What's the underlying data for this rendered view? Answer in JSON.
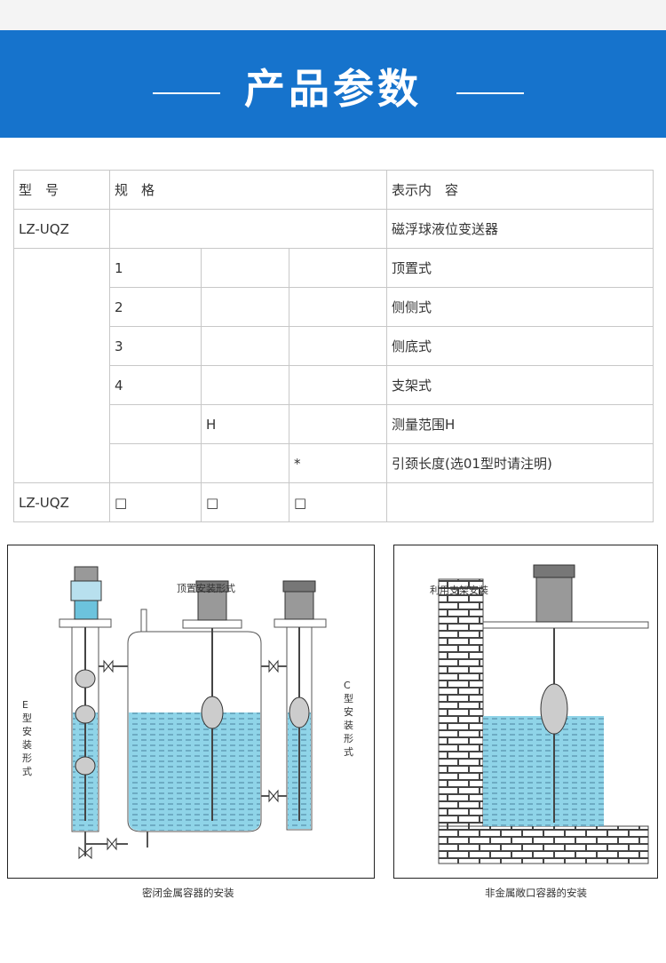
{
  "banner": {
    "title": "产品参数"
  },
  "spec_table": {
    "header": [
      "型　号",
      "规　格",
      "表示内　容"
    ],
    "rows": [
      {
        "model": "LZ-UQZ",
        "c1": "",
        "c2": "",
        "c3": "",
        "desc": "磁浮球液位变送器"
      },
      {
        "model": "",
        "c1": "1",
        "c2": "",
        "c3": "",
        "desc": "顶置式"
      },
      {
        "model": "",
        "c1": "2",
        "c2": "",
        "c3": "",
        "desc": "侧侧式"
      },
      {
        "model": "",
        "c1": "3",
        "c2": "",
        "c3": "",
        "desc": "侧底式"
      },
      {
        "model": "",
        "c1": "4",
        "c2": "",
        "c3": "",
        "desc": "支架式"
      },
      {
        "model": "",
        "c1": "",
        "c2": "H",
        "c3": "",
        "desc": "测量范围H"
      },
      {
        "model": "",
        "c1": "",
        "c2": "",
        "c3": "*",
        "desc": "引颈长度(选01型时请注明)"
      },
      {
        "model": "LZ-UQZ",
        "c1": "□",
        "c2": "□",
        "c3": "□",
        "desc": ""
      }
    ]
  },
  "diagram_left": {
    "label_top": "顶置安装形式",
    "label_e": "E型安装形式",
    "label_c": "C型安装形式",
    "caption": "密闭金属容器的安装"
  },
  "diagram_right": {
    "label_bracket": "利用支架安装",
    "caption": "非金属敞口容器的安装"
  }
}
